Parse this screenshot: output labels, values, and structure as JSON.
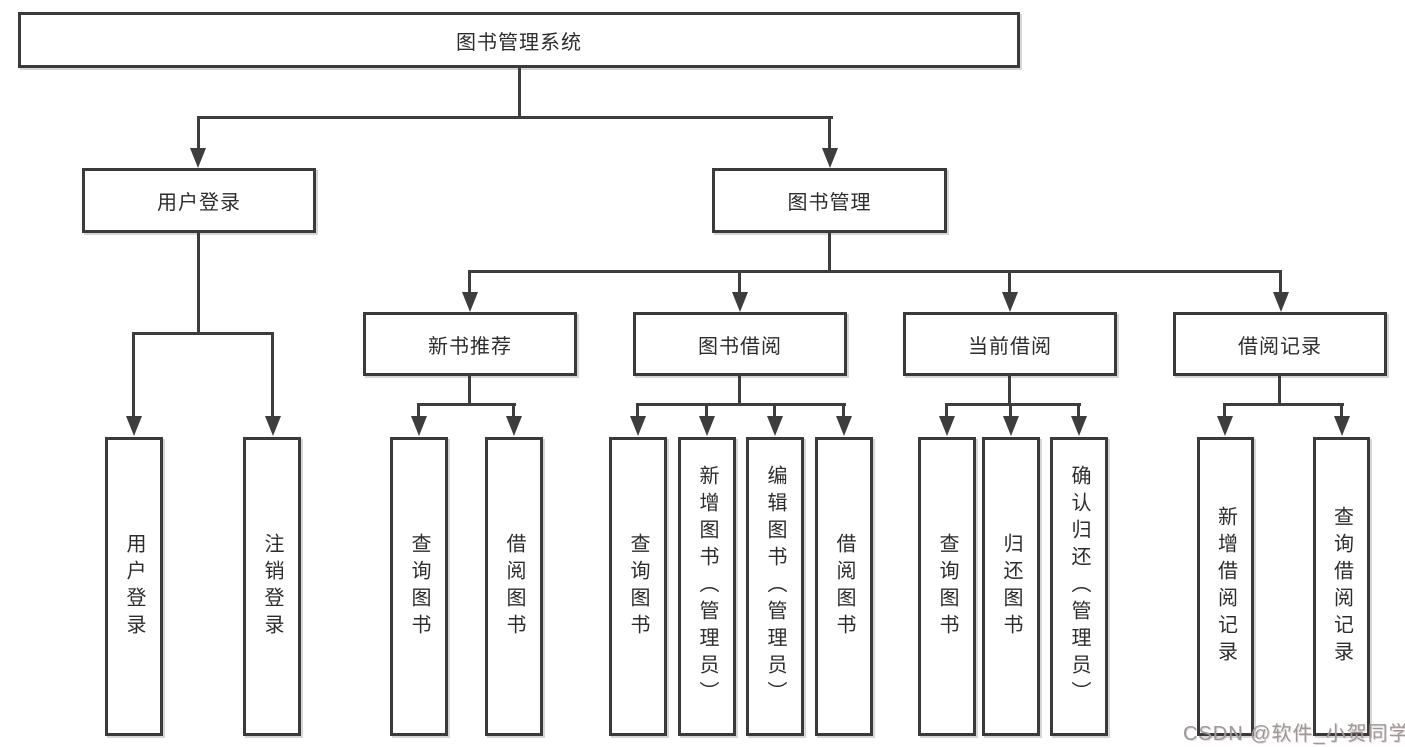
{
  "colors": {
    "background": "#ffffff",
    "line": "#3d3d3d",
    "box_border": "#3a3a3a",
    "text": "#2d2d2d",
    "watermark": "#9a9a9a"
  },
  "tree": {
    "label": "图书管理系统",
    "children": [
      {
        "label": "用户登录",
        "children": [
          {
            "label": "用户登录"
          },
          {
            "label": "注销登录"
          }
        ]
      },
      {
        "label": "图书管理",
        "children": [
          {
            "label": "新书推荐",
            "children": [
              {
                "label": "查询图书"
              },
              {
                "label": "借阅图书"
              }
            ]
          },
          {
            "label": "图书借阅",
            "children": [
              {
                "label": "查询图书"
              },
              {
                "label": "新增图书（管理员）"
              },
              {
                "label": "编辑图书（管理员）"
              },
              {
                "label": "借阅图书"
              }
            ]
          },
          {
            "label": "当前借阅",
            "children": [
              {
                "label": "查询图书"
              },
              {
                "label": "归还图书"
              },
              {
                "label": "确认归还（管理员）"
              }
            ]
          },
          {
            "label": "借阅记录",
            "children": [
              {
                "label": "新增借阅记录"
              },
              {
                "label": "查询借阅记录"
              }
            ]
          }
        ]
      }
    ]
  },
  "watermark": {
    "text": "CSDN @软件_小贺同学"
  }
}
